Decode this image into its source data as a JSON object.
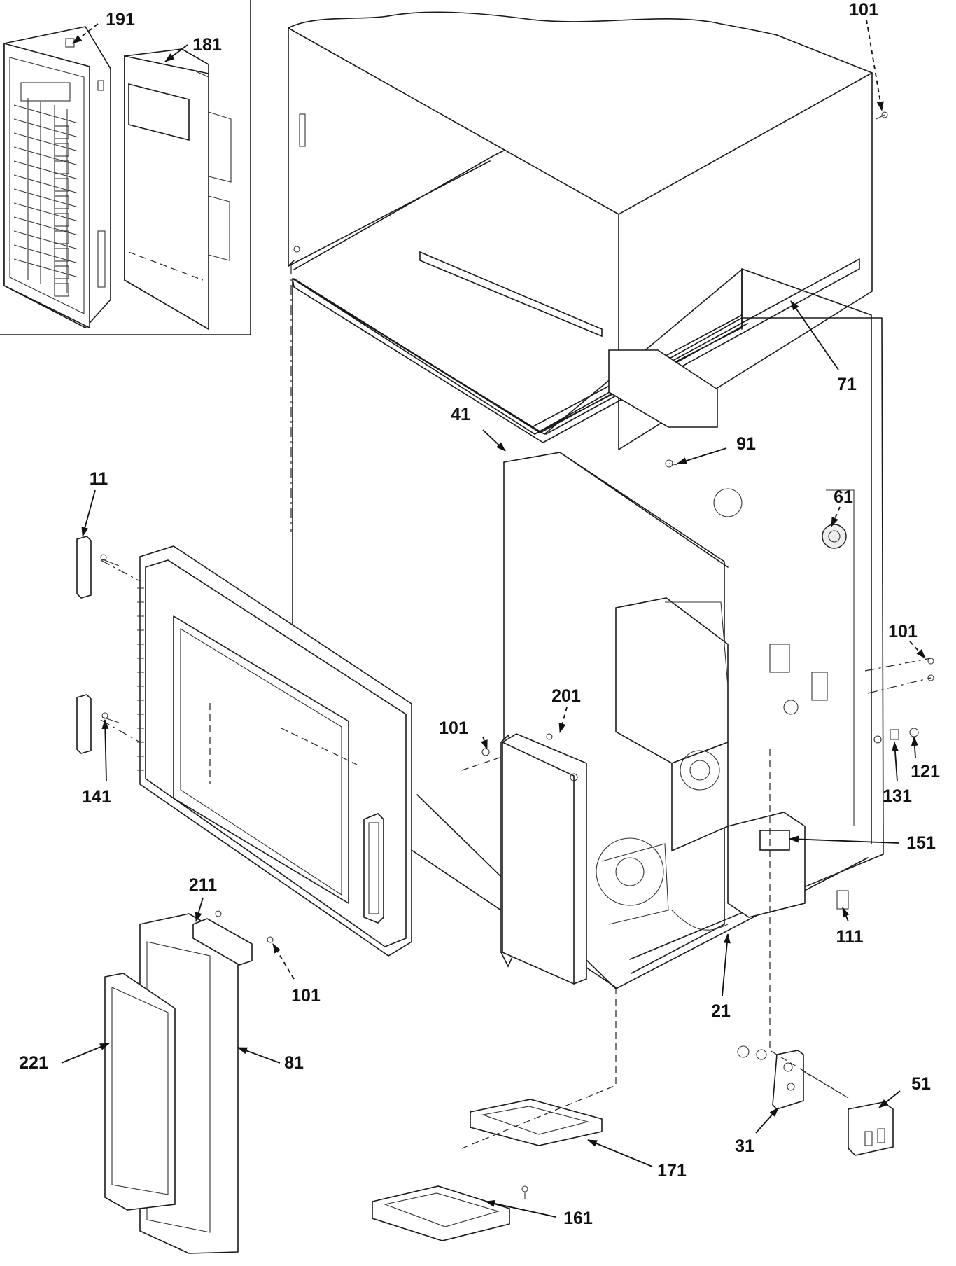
{
  "parts": [
    {
      "key": "p191",
      "label": "191"
    },
    {
      "key": "p181",
      "label": "181"
    },
    {
      "key": "p101a",
      "label": "101"
    },
    {
      "key": "p71",
      "label": "71"
    },
    {
      "key": "p41",
      "label": "41"
    },
    {
      "key": "p91",
      "label": "91"
    },
    {
      "key": "p61",
      "label": "61"
    },
    {
      "key": "p11",
      "label": "11"
    },
    {
      "key": "p101b",
      "label": "101"
    },
    {
      "key": "p201",
      "label": "201"
    },
    {
      "key": "p101c",
      "label": "101"
    },
    {
      "key": "p121",
      "label": "121"
    },
    {
      "key": "p131",
      "label": "131"
    },
    {
      "key": "p141",
      "label": "141"
    },
    {
      "key": "p151",
      "label": "151"
    },
    {
      "key": "p211",
      "label": "211"
    },
    {
      "key": "p111",
      "label": "111"
    },
    {
      "key": "p101d",
      "label": "101"
    },
    {
      "key": "p21",
      "label": "21"
    },
    {
      "key": "p221",
      "label": "221"
    },
    {
      "key": "p81",
      "label": "81"
    },
    {
      "key": "p51",
      "label": "51"
    },
    {
      "key": "p31",
      "label": "31"
    },
    {
      "key": "p171",
      "label": "171"
    },
    {
      "key": "p161",
      "label": "161"
    }
  ]
}
